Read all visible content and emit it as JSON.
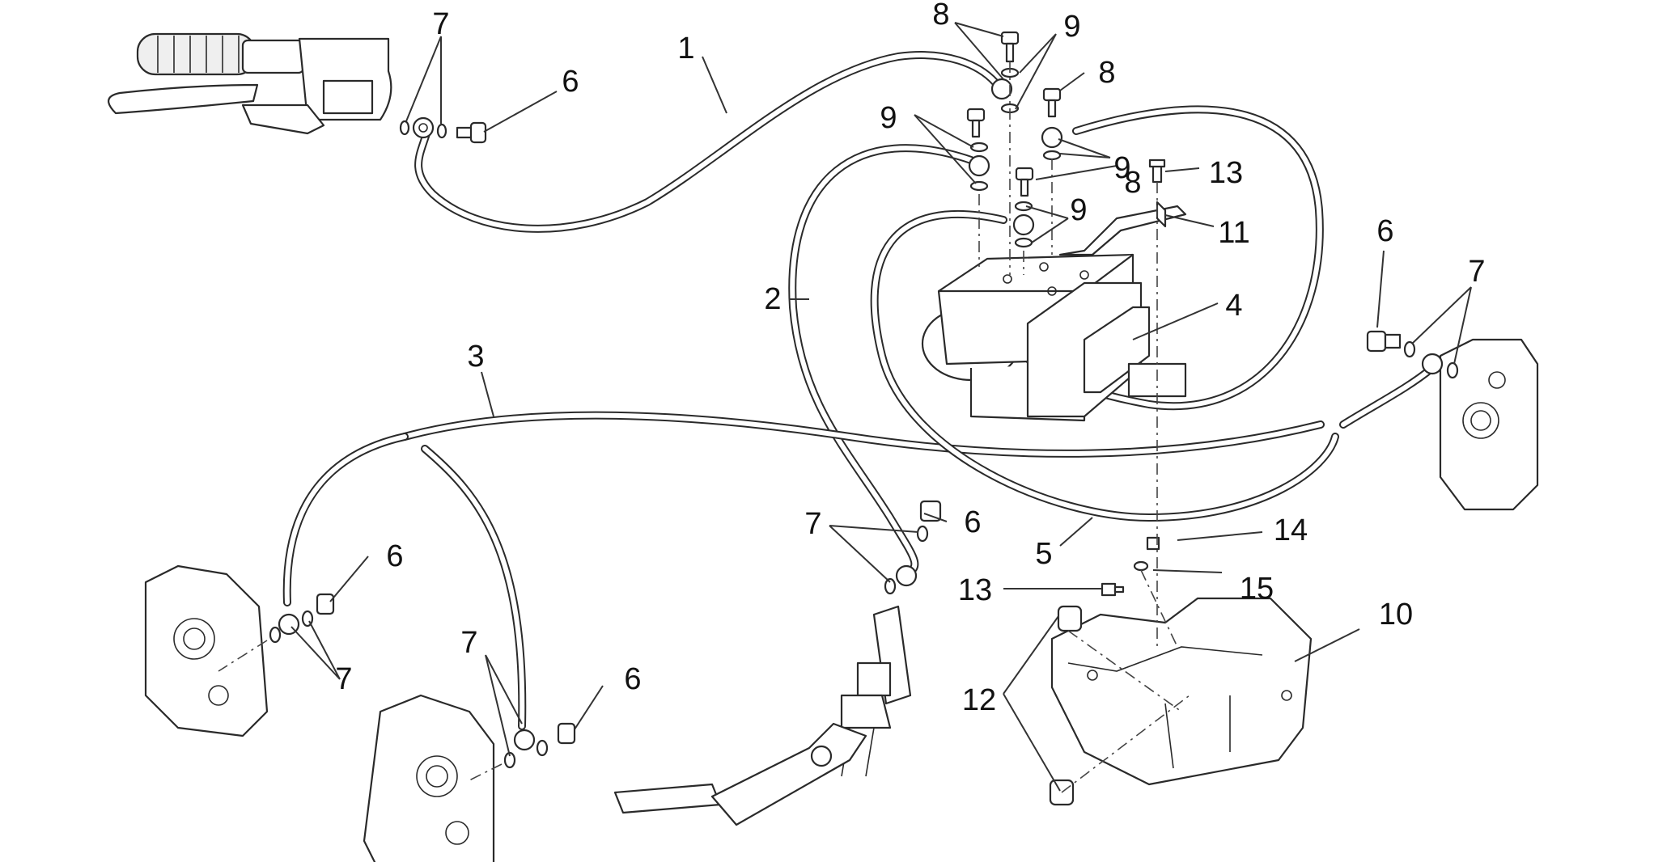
{
  "callouts": [
    {
      "id": "1",
      "text": "1"
    },
    {
      "id": "2",
      "text": "2"
    },
    {
      "id": "3",
      "text": "3"
    },
    {
      "id": "4",
      "text": "4"
    },
    {
      "id": "5",
      "text": "5"
    },
    {
      "id": "6a",
      "text": "6"
    },
    {
      "id": "6b",
      "text": "6"
    },
    {
      "id": "6c",
      "text": "6"
    },
    {
      "id": "6d",
      "text": "6"
    },
    {
      "id": "6e",
      "text": "6"
    },
    {
      "id": "7a",
      "text": "7"
    },
    {
      "id": "7b",
      "text": "7"
    },
    {
      "id": "7c",
      "text": "7"
    },
    {
      "id": "7d",
      "text": "7"
    },
    {
      "id": "7e",
      "text": "7"
    },
    {
      "id": "8a",
      "text": "8"
    },
    {
      "id": "8b",
      "text": "8"
    },
    {
      "id": "8c",
      "text": "8"
    },
    {
      "id": "9a",
      "text": "9"
    },
    {
      "id": "9b",
      "text": "9"
    },
    {
      "id": "9c",
      "text": "9"
    },
    {
      "id": "9d",
      "text": "9"
    },
    {
      "id": "10",
      "text": "10"
    },
    {
      "id": "11",
      "text": "11"
    },
    {
      "id": "12",
      "text": "12"
    },
    {
      "id": "13a",
      "text": "13"
    },
    {
      "id": "13b",
      "text": "13"
    },
    {
      "id": "14",
      "text": "14"
    },
    {
      "id": "15",
      "text": "15"
    }
  ],
  "colors": {
    "ink": "#2a2a2a",
    "background": "#ffffff"
  }
}
